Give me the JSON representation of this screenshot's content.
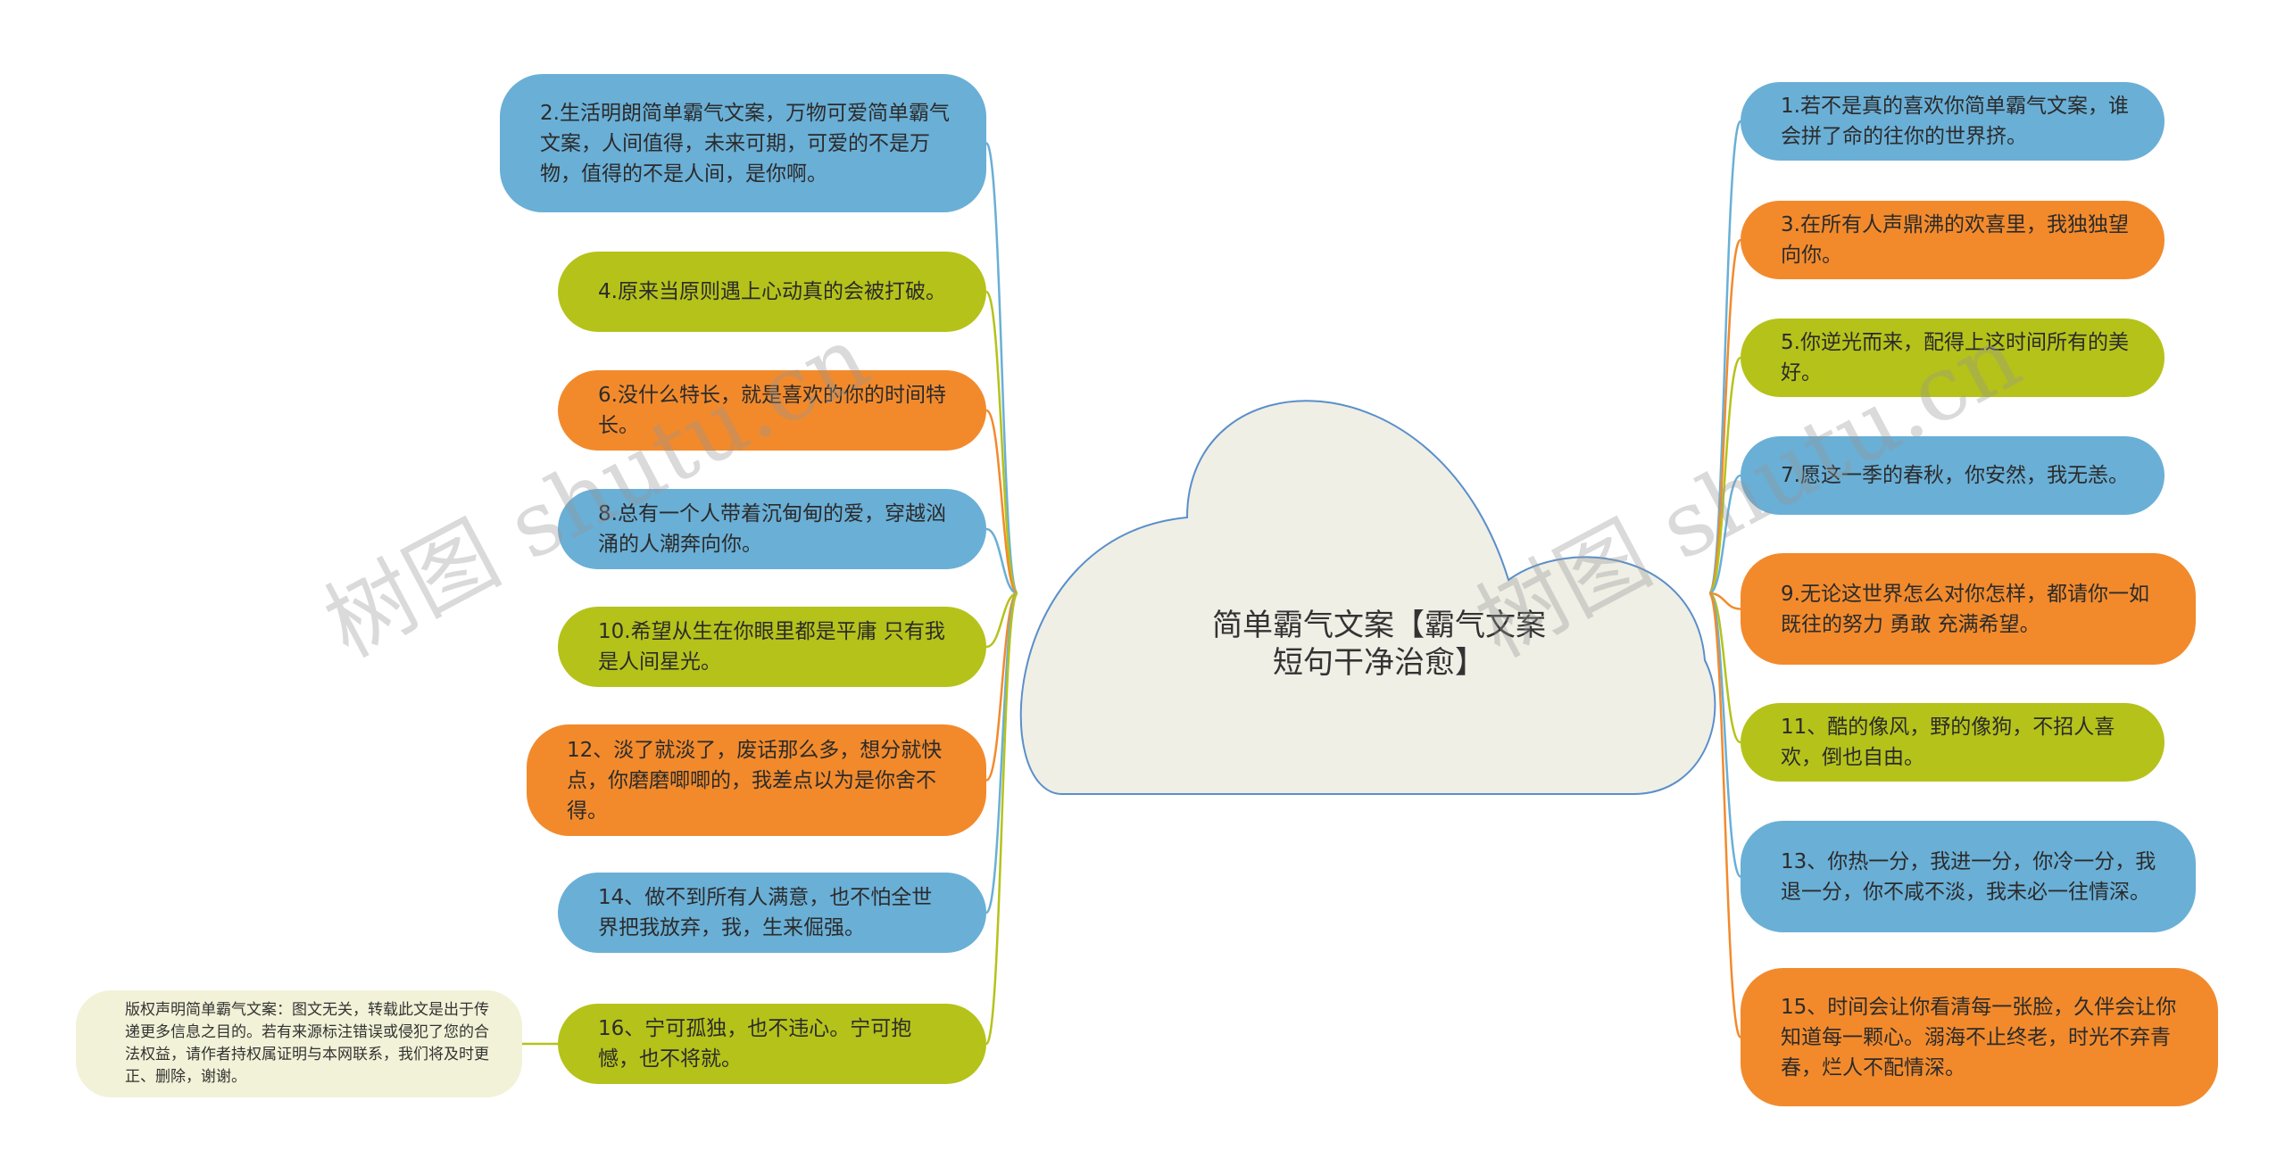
{
  "center": {
    "line1": "简单霸气文案【霸气文案",
    "line2": "短句干净治愈】"
  },
  "left_nodes": [
    {
      "text": "2.生活明朗简单霸气文案，万物可爱简单霸气文案，人间值得，未来可期，可爱的不是万物，值得的不是人间，是你啊。",
      "color": "blue"
    },
    {
      "text": "4.原来当原则遇上心动真的会被打破。",
      "color": "green"
    },
    {
      "text": "6.没什么特长，就是喜欢的你的时间特长。",
      "color": "orange"
    },
    {
      "text": "8.总有一个人带着沉甸甸的爱，穿越汹涌的人潮奔向你。",
      "color": "blue"
    },
    {
      "text": "10.希望从生在你眼里都是平庸 只有我是人间星光。",
      "color": "green"
    },
    {
      "text": "12、淡了就淡了，废话那么多，想分就快点，你磨磨唧唧的，我差点以为是你舍不得。",
      "color": "orange"
    },
    {
      "text": "14、做不到所有人满意，也不怕全世界把我放弃，我，生来倔强。",
      "color": "blue"
    },
    {
      "text": "16、宁可孤独，也不违心。宁可抱憾，也不将就。",
      "color": "green"
    }
  ],
  "right_nodes": [
    {
      "text": "1.若不是真的喜欢你简单霸气文案，谁会拼了命的往你的世界挤。",
      "color": "blue"
    },
    {
      "text": "3.在所有人声鼎沸的欢喜里，我独独望向你。",
      "color": "orange"
    },
    {
      "text": "5.你逆光而来，配得上这时间所有的美好。",
      "color": "green"
    },
    {
      "text": "7.愿这一季的春秋，你安然，我无恙。",
      "color": "blue"
    },
    {
      "text": "9.无论这世界怎么对你怎样，都请你一如既往的努力 勇敢 充满希望。",
      "color": "orange"
    },
    {
      "text": "11、酷的像风，野的像狗，不招人喜欢，倒也自由。",
      "color": "green"
    },
    {
      "text": "13、你热一分，我进一分，你冷一分，我退一分，你不咸不淡，我未必一往情深。",
      "color": "blue"
    },
    {
      "text": "15、时间会让你看清每一张脸，久伴会让你知道每一颗心。溺海不止终老，时光不弃青春，烂人不配情深。",
      "color": "orange"
    }
  ],
  "note": {
    "text": "版权声明简单霸气文案：图文无关，转载此文是出于传递更多信息之目的。若有来源标注错误或侵犯了您的合法权益，请作者持权属证明与本网联系，我们将及时更正、删除，谢谢。"
  },
  "watermark": "树图 shutu.cn",
  "colors": {
    "blue": "#6aafd6",
    "green": "#b5c21a",
    "orange": "#f28a2c",
    "cloud_fill": "#efefe6",
    "cloud_stroke": "#5b8fc9"
  }
}
